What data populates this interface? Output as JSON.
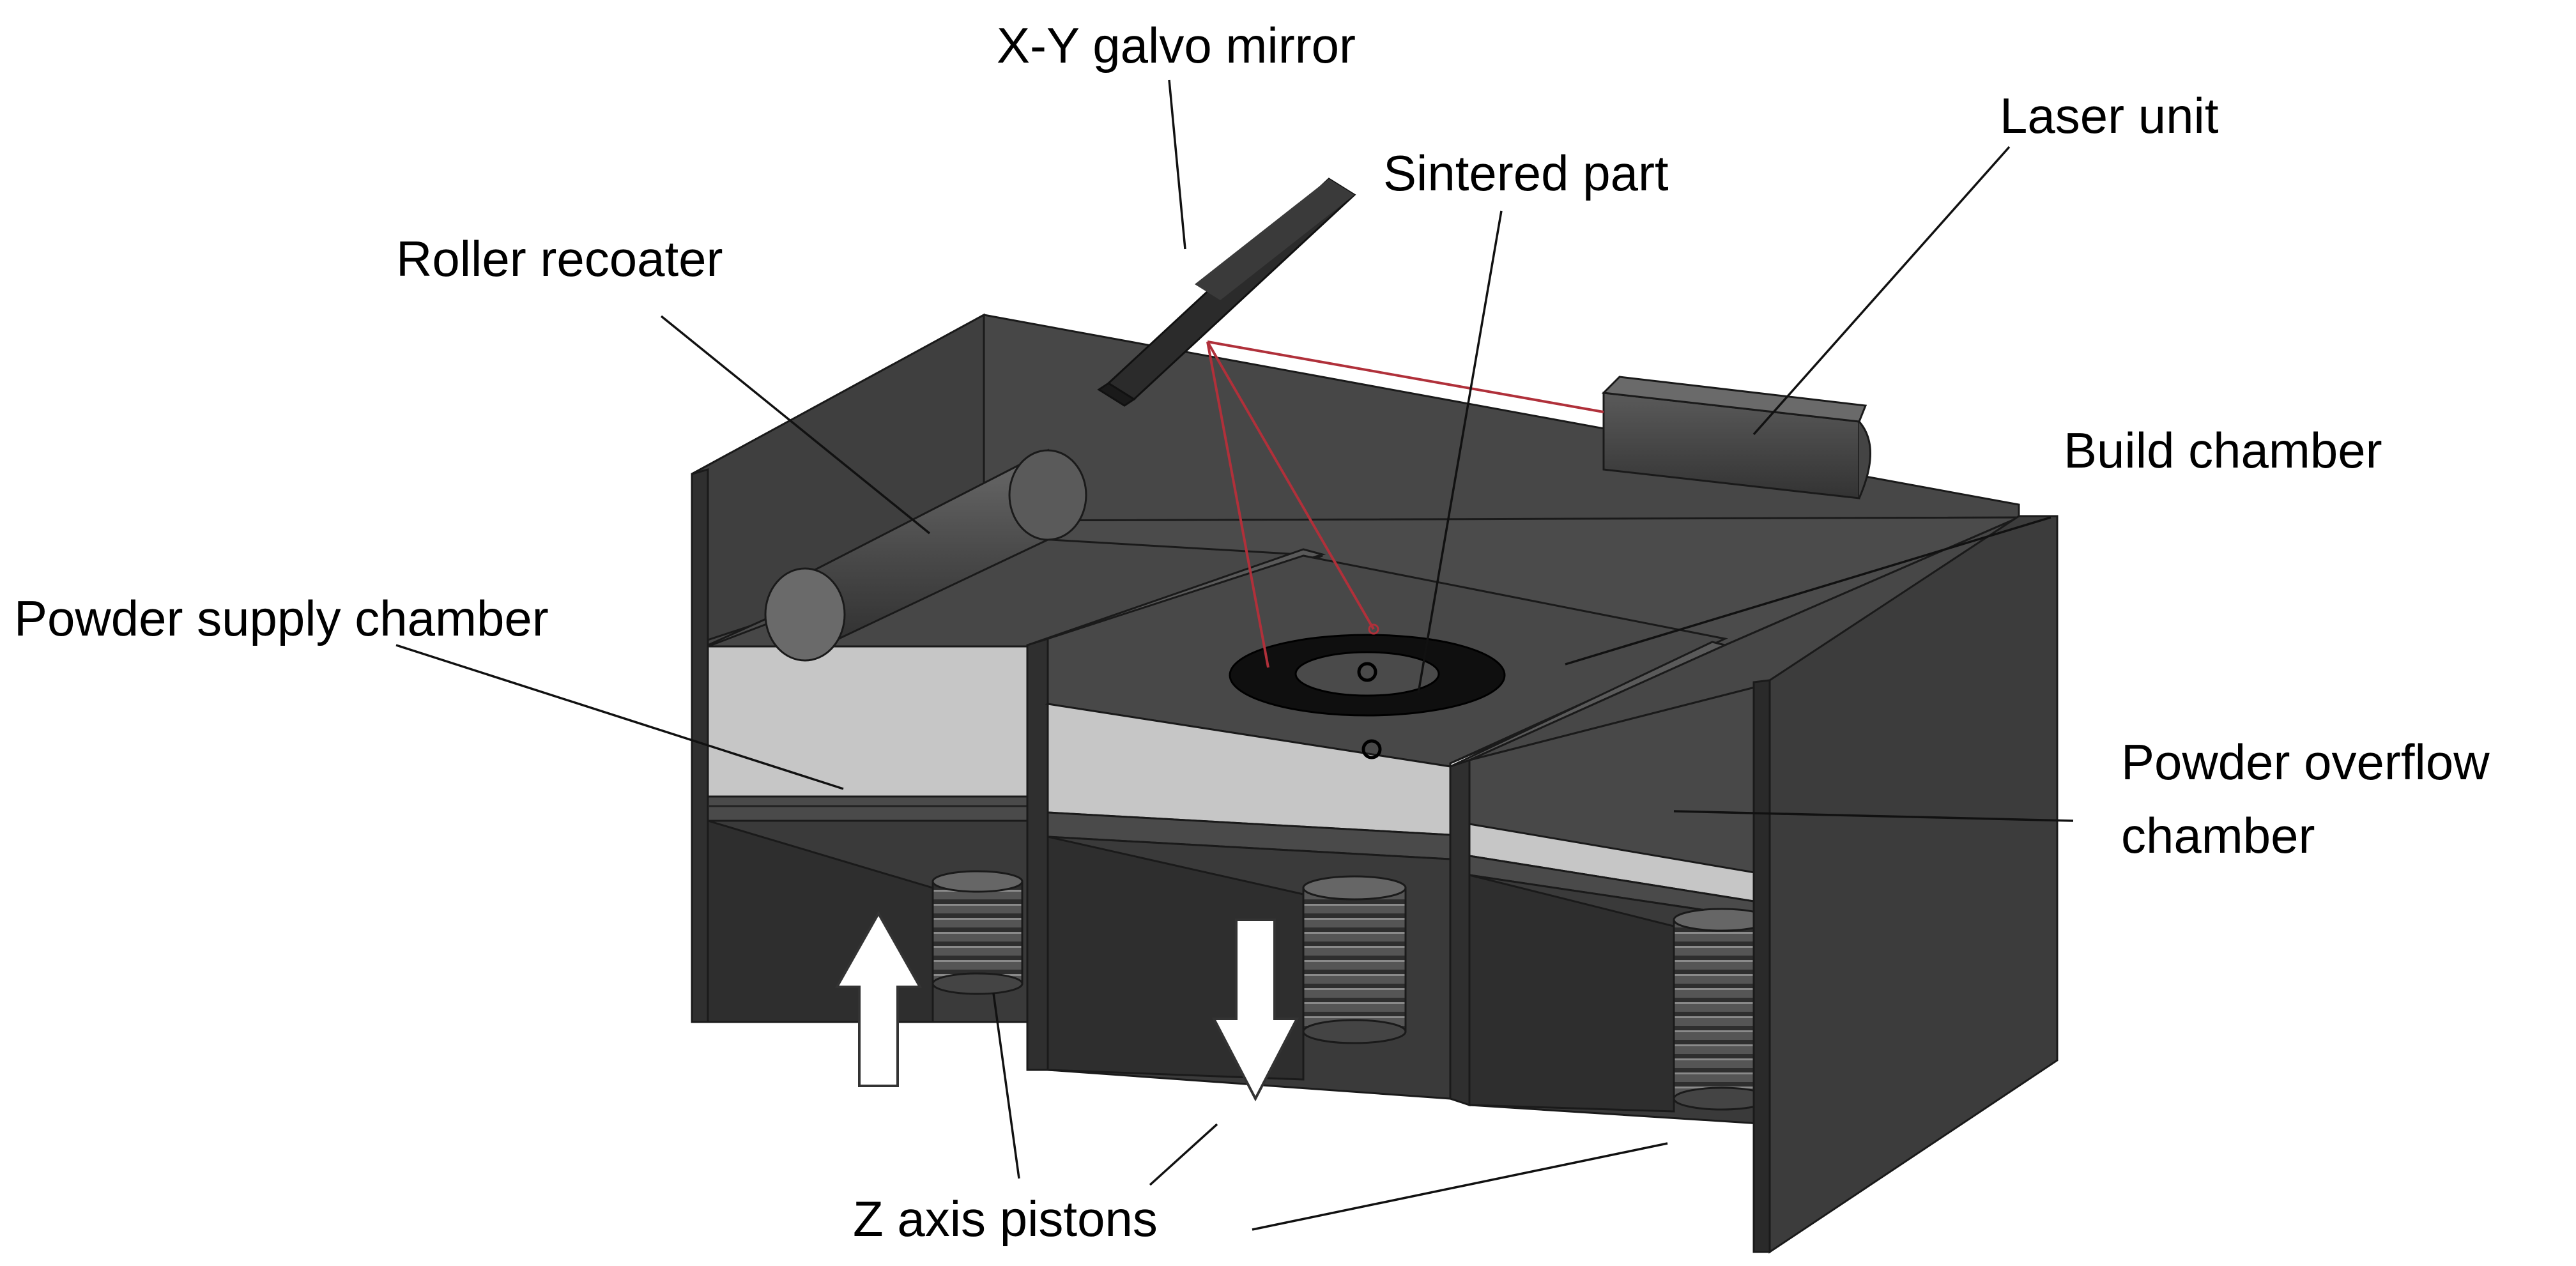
{
  "labels": {
    "galvo_mirror": "X-Y galvo mirror",
    "laser_unit": "Laser unit",
    "sintered_part": "Sintered part",
    "roller_recoater": "Roller recoater",
    "build_chamber": "Build chamber",
    "powder_supply_chamber": "Powder supply chamber",
    "powder_overflow_chamber_line1": "Powder overflow",
    "powder_overflow_chamber_line2": "chamber",
    "z_axis_pistons": "Z axis pistons"
  },
  "colors": {
    "laser_beam": "#b0303a",
    "machine_dark": "#3e3e3e",
    "machine_mid": "#525252",
    "powder_light": "#c4c4c4",
    "background": "#ffffff"
  },
  "icons": {
    "up_arrow": "arrow-up-outline-icon",
    "down_arrow": "arrow-down-outline-icon"
  }
}
